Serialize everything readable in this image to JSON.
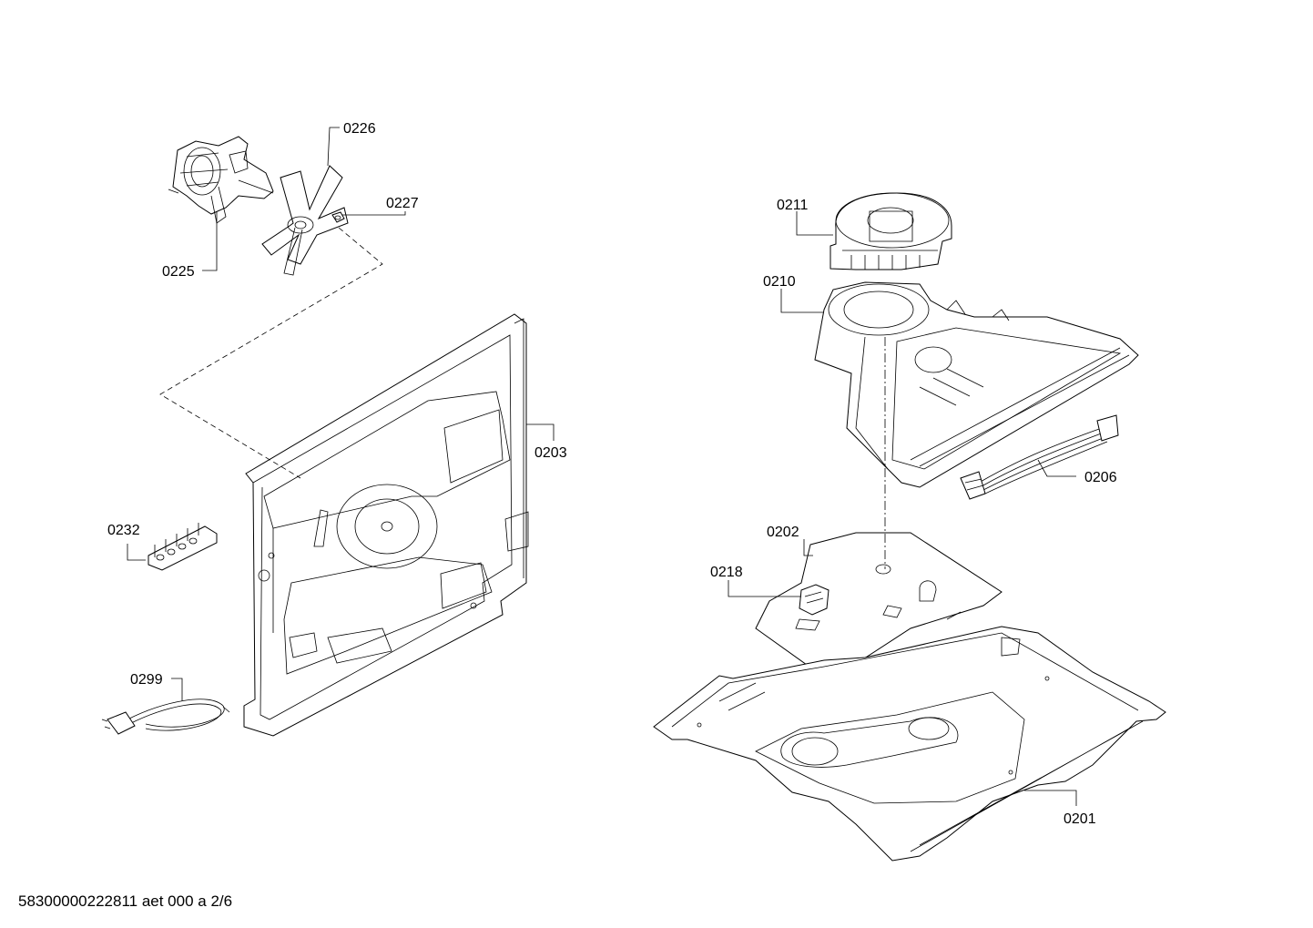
{
  "labels": {
    "p0226": "0226",
    "p0227": "0227",
    "p0225": "0225",
    "p0203": "0203",
    "p0232": "0232",
    "p0299": "0299",
    "p0211": "0211",
    "p0210": "0210",
    "p0206": "0206",
    "p0202": "0202",
    "p0218": "0218",
    "p0201": "0201"
  },
  "footer": "58300000222811 aet 000 a 2/6"
}
